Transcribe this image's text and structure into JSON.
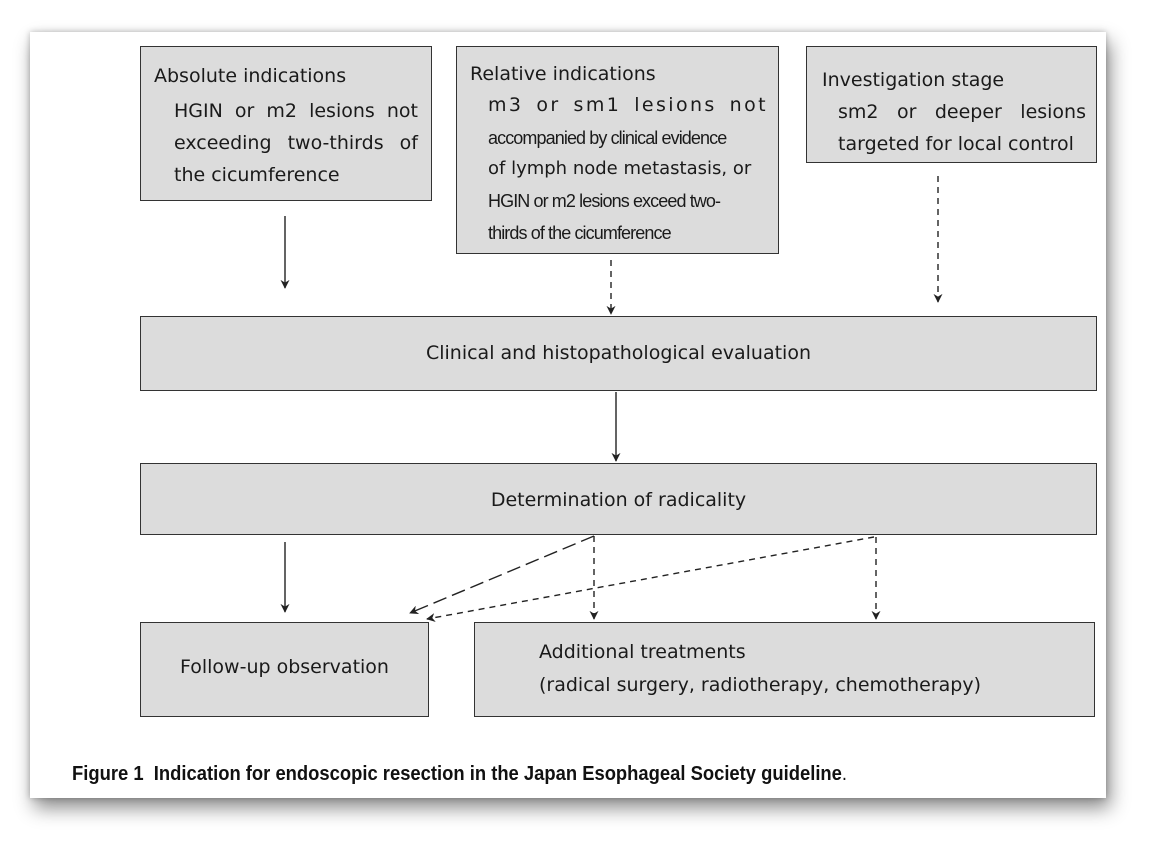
{
  "boxes": {
    "absolute": {
      "title": "Absolute indications",
      "lines": [
        "HGIN or m2 lesions not",
        "exceeding two-thirds of",
        "the cicumference"
      ]
    },
    "relative": {
      "title": "Relative indications",
      "lines": [
        "m3 or sm1 lesions not",
        "accompanied by clinical evidence",
        "of lymph node metastasis, or",
        "HGIN or m2 lesions exceed two-",
        "thirds of the cicumference"
      ]
    },
    "investigation": {
      "title": "Investigation stage",
      "lines": [
        "sm2 or deeper lesions",
        "targeted for local control"
      ]
    },
    "evaluation": {
      "text": "Clinical and histopathological evaluation"
    },
    "radicality": {
      "text": "Determination of radicality"
    },
    "followup": {
      "text": "Follow-up observation"
    },
    "additional": {
      "title": "Additional treatments",
      "detail": "(radical surgery, radiotherapy, chemotherapy)"
    }
  },
  "caption": {
    "label": "Figure 1",
    "text": "Indication for endoscopic resection in the Japan Esophageal Society guideline",
    "period": "."
  },
  "colors": {
    "box_fill": "#dcdcdc",
    "border": "#333333",
    "text": "#1a1a1a"
  }
}
